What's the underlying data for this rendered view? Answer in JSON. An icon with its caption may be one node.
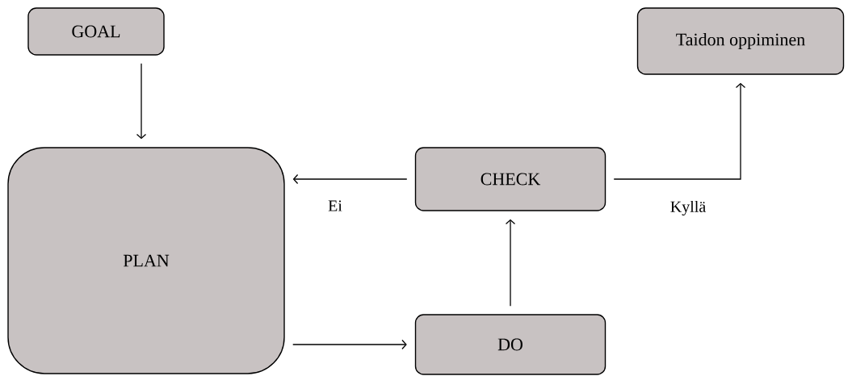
{
  "diagram": {
    "nodes": [
      {
        "text": [
          "GOAL"
        ]
      },
      {
        "text": [
          "Taidon oppiminen"
        ]
      },
      {
        "text": [
          "PLAN"
        ]
      },
      {
        "text": [
          "CHECK"
        ]
      },
      {
        "text": [
          "DO"
        ]
      }
    ],
    "edges": [
      {
        "from": 0,
        "to": 2,
        "arrow": "to"
      },
      {
        "from": 3,
        "to": 2,
        "arrow": "to",
        "label": "Ei"
      },
      {
        "from": 3,
        "to": 1,
        "arrow": "to",
        "label": "Kyllä"
      },
      {
        "from": 2,
        "to": 4,
        "arrow": "to"
      },
      {
        "from": 4,
        "to": 3,
        "arrow": "to"
      }
    ]
  }
}
